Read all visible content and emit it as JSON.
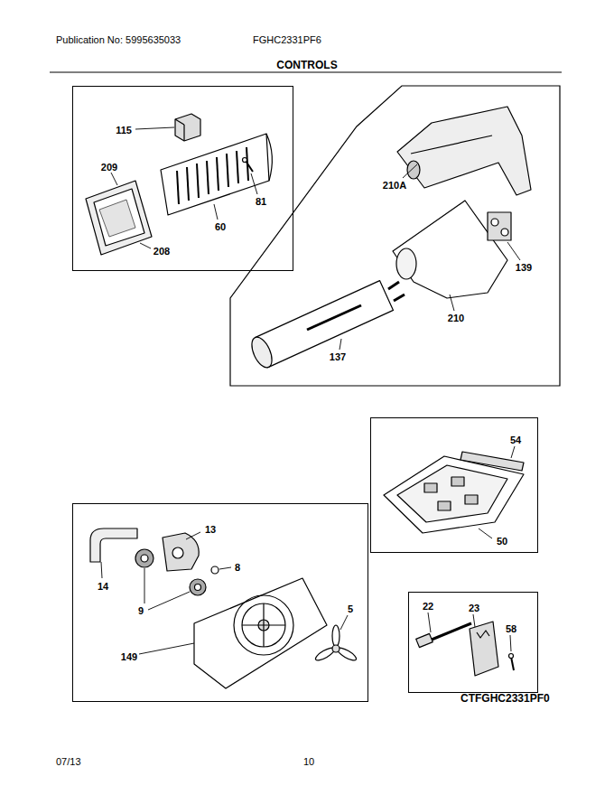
{
  "diagram": {
    "title": "CONTROLS",
    "nodes": [
      {
        "text": [
          "115",
          "209",
          "81",
          "60",
          "208"
        ]
      },
      {
        "text": [
          "210A",
          "139",
          "210",
          "137"
        ]
      },
      {
        "text": [
          "54",
          "50"
        ]
      },
      {
        "text": [
          "13",
          "14",
          "8",
          "9",
          "5",
          "149"
        ]
      },
      {
        "text": [
          "22",
          "23",
          "58"
        ]
      }
    ],
    "labels": [
      "Publication No: 5995635033",
      "FGHC2331PF6",
      "CTFGHC2331PF0",
      "07/13",
      "10"
    ]
  }
}
